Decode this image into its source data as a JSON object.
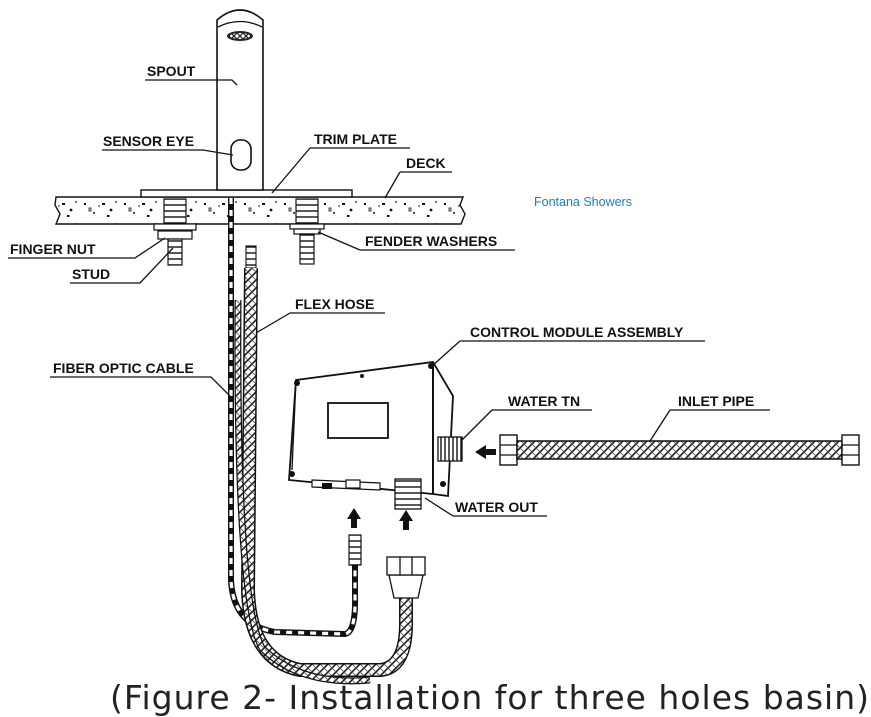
{
  "labels": {
    "spout": "SPOUT",
    "sensor_eye": "SENSOR EYE",
    "trim_plate": "TRIM PLATE",
    "deck": "DECK",
    "finger_nut": "FINGER NUT",
    "stud": "STUD",
    "fender_washers": "FENDER WASHERS",
    "flex_hose": "FLEX HOSE",
    "control_module_assembly": "CONTROL MODULE ASSEMBLY",
    "fiber_optic_cable": "FIBER OPTIC CABLE",
    "water_in": "WATER TN",
    "inlet_pipe": "INLET PIPE",
    "water_out": "WATER OUT"
  },
  "watermark": "Fontana Showers",
  "caption": "(Figure 2- Installation for three holes basin)",
  "colors": {
    "line": "#111111",
    "watermark": "#1e7fb8",
    "background": "#ffffff"
  }
}
